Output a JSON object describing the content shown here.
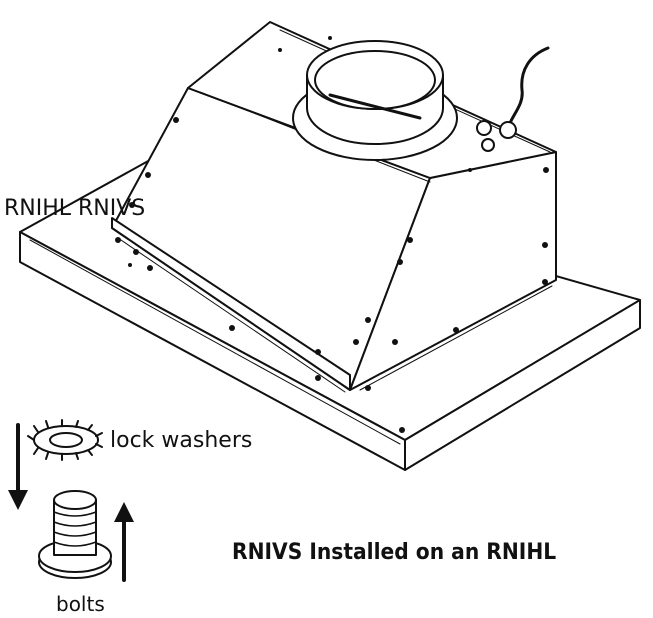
{
  "labels": {
    "model_label": "RNIHL RNIVS",
    "washers_label": "lock washers",
    "bolts_label": "bolts",
    "caption": "RNIVS Installed on an RNIHL"
  },
  "colors": {
    "line": "#111111",
    "paper": "#ffffff"
  }
}
